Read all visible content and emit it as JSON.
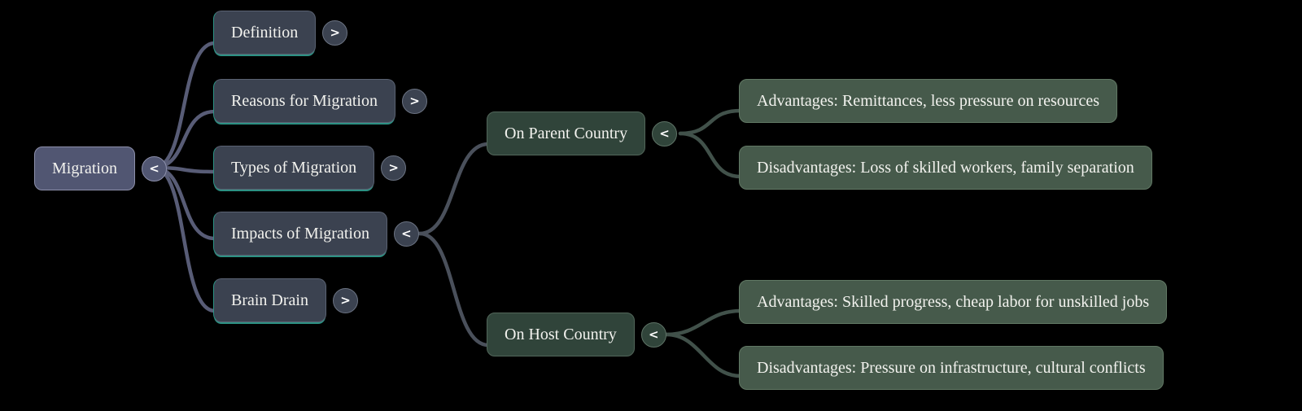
{
  "diagram": {
    "type": "mindmap",
    "background": "#000000",
    "colors": {
      "root_fill": "#515672",
      "branch_fill": "#3b4250",
      "branch_accent": "#2c9183",
      "green_fill": "#30443a",
      "leaf_fill": "#465a4b",
      "text": "#f2f2ee",
      "link_root": "#585c76",
      "link_slate": "#4a505b",
      "link_green": "#41514a"
    },
    "root": {
      "label": "Migration",
      "toggle": "<"
    },
    "level1": [
      {
        "label": "Definition",
        "toggle": ">"
      },
      {
        "label": "Reasons for Migration",
        "toggle": ">"
      },
      {
        "label": "Types of Migration",
        "toggle": ">"
      },
      {
        "label": "Impacts of Migration",
        "toggle": "<"
      },
      {
        "label": "Brain Drain",
        "toggle": ">"
      }
    ],
    "impacts_children": [
      {
        "label": "On Parent Country",
        "toggle": "<",
        "children": [
          "Advantages: Remittances, less pressure on resources",
          "Disadvantages: Loss of skilled workers, family separation"
        ]
      },
      {
        "label": "On Host Country",
        "toggle": "<",
        "children": [
          "Advantages: Skilled progress, cheap labor for unskilled jobs",
          "Disadvantages: Pressure on infrastructure, cultural conflicts"
        ]
      }
    ]
  }
}
